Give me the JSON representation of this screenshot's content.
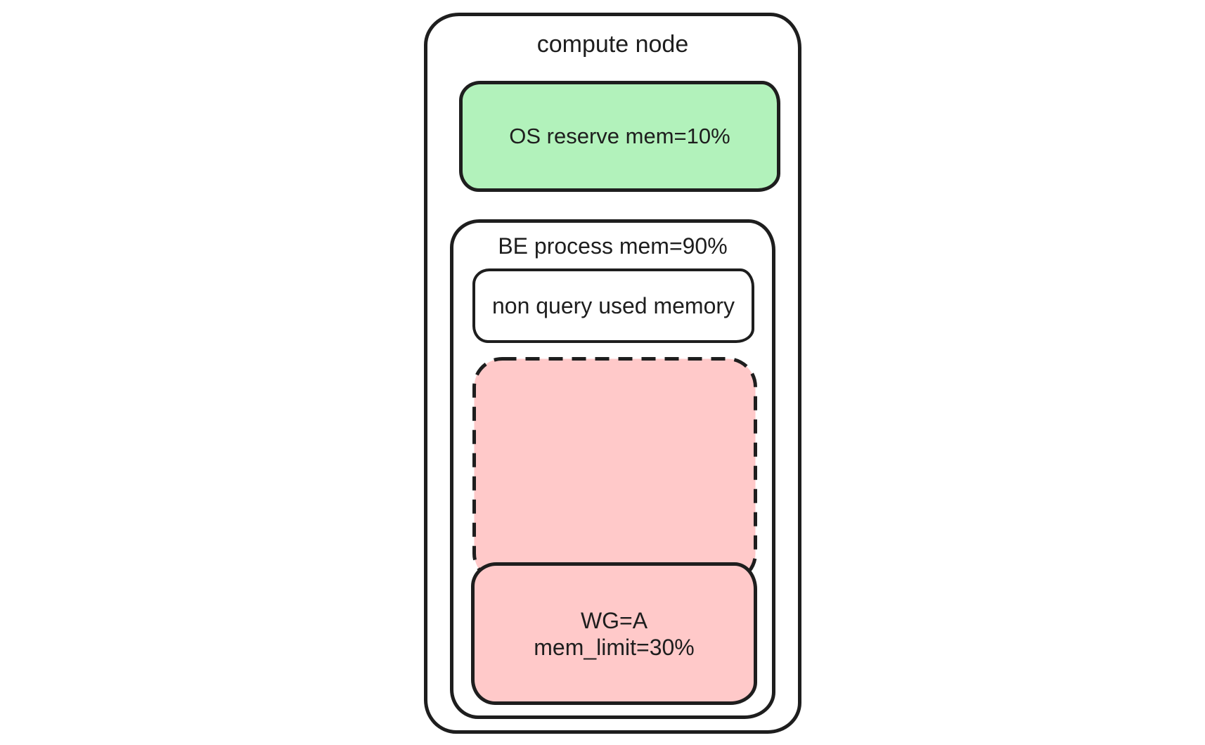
{
  "diagram": {
    "title": "compute node",
    "os_reserve": {
      "label": "OS reserve mem=10%"
    },
    "be_process": {
      "label": "BE process mem=90%",
      "non_query_label": "non query used memory",
      "workgroup": {
        "line1": "WG=A",
        "line2": "mem_limit=30%"
      }
    }
  },
  "theme": {
    "canvas-bg": "#ffffff",
    "stroke-color": "#1e1e1e",
    "text-color": "#1e1e1e",
    "green-fill": "#b2f2bb",
    "pink-fill": "#ffc9c9"
  }
}
